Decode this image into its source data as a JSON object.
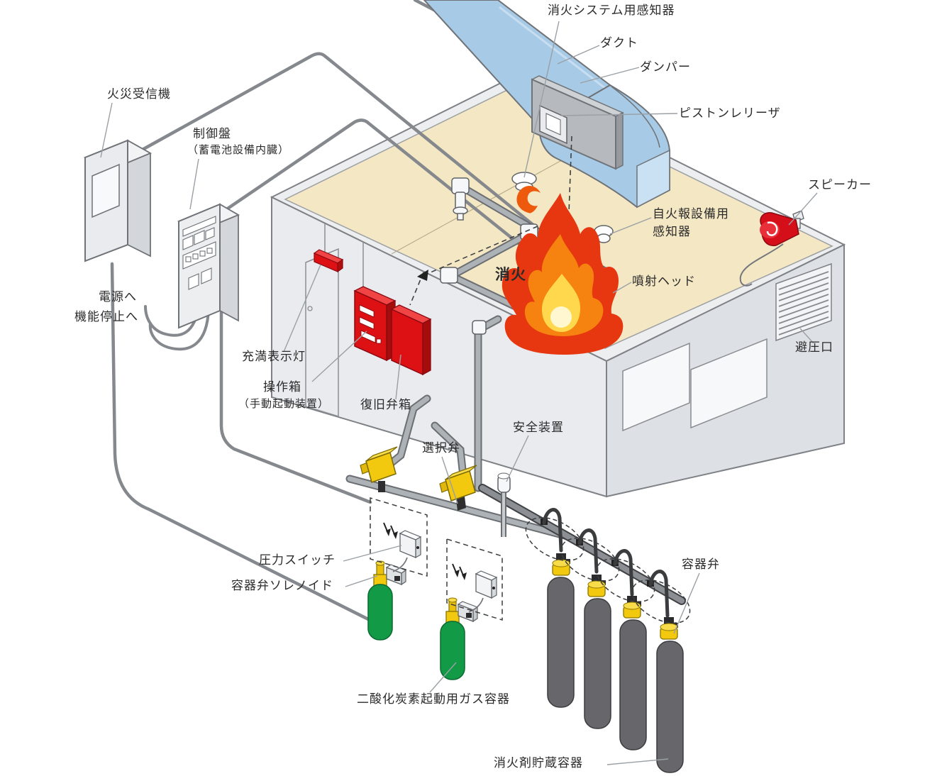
{
  "labels": {
    "sensor_system": {
      "text": "消火システム用感知器"
    },
    "duct": {
      "text": "ダクト"
    },
    "damper": {
      "text": "ダンパー"
    },
    "piston_releaser": {
      "text": "ピストンレリーザ"
    },
    "speaker": {
      "text": "スピーカー"
    },
    "receiver": {
      "text": "火災受信機"
    },
    "control_panel": {
      "text": "制御盤"
    },
    "control_panel_sub": {
      "text": "（蓄電池設備内臓）"
    },
    "to_power": {
      "text": "電源へ"
    },
    "to_function_stop": {
      "text": "機能停止へ"
    },
    "alarm_detector_1": {
      "text": "自火報設備用"
    },
    "alarm_detector_2": {
      "text": "感知器"
    },
    "fire_text": {
      "text": "消火"
    },
    "injection_head": {
      "text": "噴射ヘッド"
    },
    "pressure_relief_port": {
      "text": "避圧口"
    },
    "full_indicator": {
      "text": "充満表示灯"
    },
    "operation_box": {
      "text": "操作箱"
    },
    "operation_box_sub": {
      "text": "（手動起動装置）"
    },
    "recovery_valve_box": {
      "text": "復旧弁箱"
    },
    "selector_valve": {
      "text": "選択弁"
    },
    "safety_device": {
      "text": "安全装置"
    },
    "pressure_switch": {
      "text": "圧力スイッチ"
    },
    "container_valve_solenoid": {
      "text": "容器弁ソレノイド"
    },
    "container_valve": {
      "text": "容器弁"
    },
    "co2_starter_container": {
      "text": "二酸化炭素起動用ガス容器"
    },
    "agent_storage_container": {
      "text": "消火剤貯蔵容器"
    }
  },
  "colors": {
    "ceiling": "#f4e7c4",
    "wall_left": "#e9ebee",
    "wall_right": "#dde1e5",
    "duct": "#a7cae6",
    "duct_face": "#c9e1f2",
    "fire_outer": "#e63711",
    "fire_mid": "#f6820f",
    "fire_core": "#ffd84e",
    "fire_center": "#fff7d0",
    "equipment_red": "#dd1014",
    "valve_yellow": "#f2c90f",
    "cylinder_green": "#129a47",
    "cylinder_gray": "#67676b",
    "line": "#74787c"
  }
}
